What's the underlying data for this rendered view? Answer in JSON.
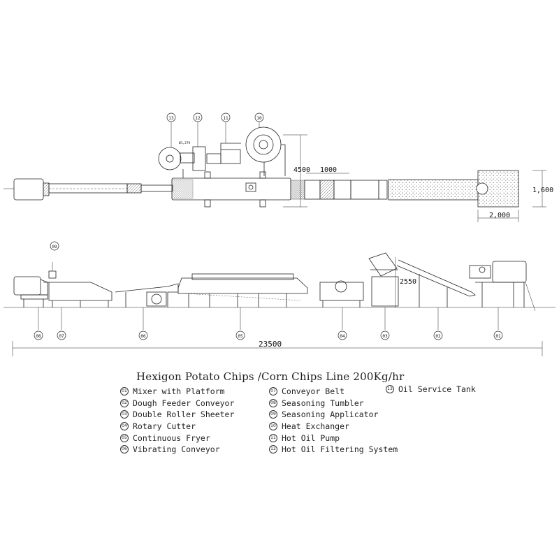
{
  "title": "Hexigon Potato Chips /Corn Chips Line 200Kg/hr",
  "top_view": {
    "callouts": [
      "13",
      "12",
      "11",
      "10"
    ],
    "dimensions": {
      "height_label": "4500",
      "width_label": "1000",
      "right_height": "1,600",
      "right_width": "2,000",
      "small_label": "Ø1,279"
    }
  },
  "side_view": {
    "callouts": [
      "08",
      "07",
      "06",
      "05",
      "04",
      "03",
      "02",
      "01"
    ],
    "top_callout": "09",
    "height_label": "2550",
    "total_length": "23500"
  },
  "legend": {
    "col1": [
      {
        "num": "01",
        "label": "Mixer with Platform"
      },
      {
        "num": "02",
        "label": "Dough Feeder Conveyor"
      },
      {
        "num": "03",
        "label": "Double Roller Sheeter"
      },
      {
        "num": "04",
        "label": "Rotary Cutter"
      },
      {
        "num": "05",
        "label": "Continuous Fryer"
      },
      {
        "num": "06",
        "label": "Vibrating Conveyor"
      }
    ],
    "col2": [
      {
        "num": "07",
        "label": "Conveyor Belt"
      },
      {
        "num": "08",
        "label": "Seasoning Tumbler"
      },
      {
        "num": "09",
        "label": "Seasoning Applicator"
      },
      {
        "num": "10",
        "label": "Heat Exchanger"
      },
      {
        "num": "11",
        "label": "Hot Oil Pump"
      },
      {
        "num": "12",
        "label": "Hot Oil Filtering System"
      }
    ],
    "col3": [
      {
        "num": "13",
        "label": "Oil Service Tank"
      }
    ]
  }
}
